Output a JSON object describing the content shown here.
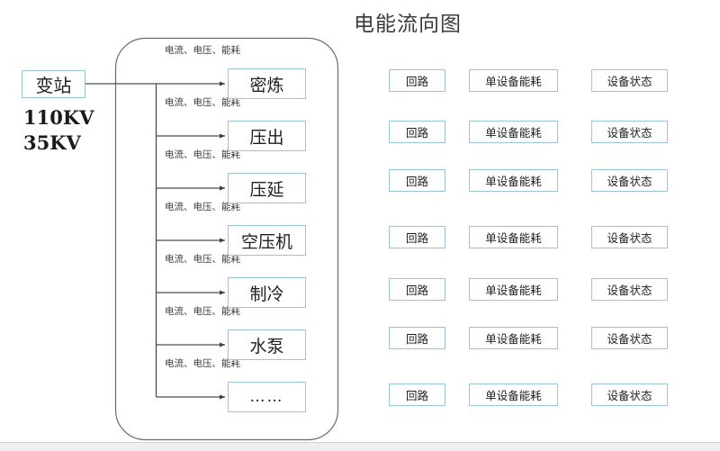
{
  "title": "电能流向图",
  "source": {
    "name": "变站",
    "voltage_primary": "110KV",
    "voltage_secondary": "35KV"
  },
  "flow_label": "电流、电压、能耗",
  "processes": [
    {
      "name": "密炼"
    },
    {
      "name": "压出"
    },
    {
      "name": "压延"
    },
    {
      "name": "空压机"
    },
    {
      "name": "制冷"
    },
    {
      "name": "水泵"
    },
    {
      "name": "……"
    }
  ],
  "tag_columns": {
    "circuit": "回路",
    "energy": "单设备能耗",
    "status": "设备状态"
  },
  "tag_rows": [
    {
      "circuit": "回路",
      "energy": "单设备能耗",
      "status": "设备状态"
    },
    {
      "circuit": "回路",
      "energy": "单设备能耗",
      "status": "设备状态"
    },
    {
      "circuit": "回路",
      "energy": "单设备能耗",
      "status": "设备状态"
    },
    {
      "circuit": "回路",
      "energy": "单设备能耗",
      "status": "设备状态"
    },
    {
      "circuit": "回路",
      "energy": "单设备能耗",
      "status": "设备状态"
    },
    {
      "circuit": "回路",
      "energy": "单设备能耗",
      "status": "设备状态"
    },
    {
      "circuit": "回路",
      "energy": "单设备能耗",
      "status": "设备状态"
    }
  ],
  "colors": {
    "box_border": "#9cc6d8",
    "connector": "#4d4d4d",
    "container_border": "#6b6b6b",
    "text": "#1f1f1f",
    "background": "#ffffff"
  },
  "layout": {
    "process_box_tops": [
      76,
      134,
      192,
      250,
      308,
      366,
      424
    ],
    "flow_label_tops": [
      48,
      106,
      164,
      222,
      280,
      338,
      396
    ],
    "tag_row_tops": [
      77,
      134,
      188,
      251,
      309,
      363,
      426
    ]
  }
}
